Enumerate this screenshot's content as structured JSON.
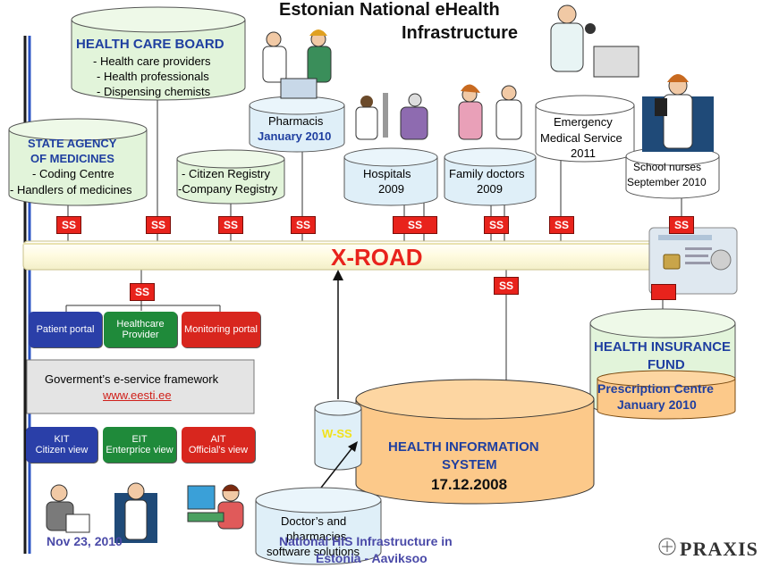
{
  "title_line1": "Estonian National eHealth",
  "title_line2": "Infrastructure",
  "health_care_board": {
    "heading": "HEALTH CARE BOARD",
    "items": [
      "- Health care providers",
      "- Health professionals",
      "- Dispensing chemists"
    ]
  },
  "state_agency": {
    "heading1": "STATE AGENCY",
    "heading2": "OF MEDICINES",
    "items": [
      "- Coding Centre",
      "- Handlers of medicines"
    ]
  },
  "registry": {
    "items": [
      "- Citizen Registry",
      "-Company Registry"
    ]
  },
  "pharmacis": {
    "label": "Pharmacis",
    "date": "January 2010"
  },
  "hospitals": {
    "label": "Hospitals",
    "date": "2009"
  },
  "family_doctors": {
    "label": "Family doctors",
    "date": "2009"
  },
  "emergency": {
    "line1": "Emergency",
    "line2": "Medical Service",
    "date": "2011"
  },
  "school_nurses": {
    "label": "School nurses",
    "date": "September 2010"
  },
  "ss_label": "SS",
  "xroad_label": "X-ROAD",
  "portals": {
    "patient": "Patient portal",
    "healthcare_line1": "Healthcare",
    "healthcare_line2": "Provider",
    "monitoring": "Monitoring portal"
  },
  "framework": {
    "title": "Goverment’s e-service framework",
    "link": "www.eesti.ee"
  },
  "views": {
    "kit_line1": "KIT",
    "kit_line2": "Citizen view",
    "eit_line1": "EIT",
    "eit_line2": "Enterprice view",
    "ait_line1": "AIT",
    "ait_line2": "Official’s view"
  },
  "health_insurance": {
    "line1": "HEALTH INSURANCE",
    "line2": "FUND",
    "pc_line1": "Prescription Centre",
    "pc_line2": "January 2010"
  },
  "his": {
    "line1": "HEALTH INFORMATION",
    "line2": "SYSTEM",
    "date": "17.12.2008"
  },
  "wss_label": "W-SS",
  "doctors_software": {
    "line1": "Doctor’s and",
    "line2": "pharmacies",
    "line3": "software solutions"
  },
  "footer": {
    "date": "Nov 23, 2010",
    "caption_line1": "National HIS Infrastructure in",
    "caption_line2": "Estonia - Aaviksoo"
  },
  "logo_text": "PRAXIS",
  "colors": {
    "ss_red": "#e8231c",
    "cyl_green": "#e2f4da",
    "cyl_blue": "#dfeff8",
    "his_orange": "#fcc98a",
    "heading_blue": "#1f3fa0"
  }
}
